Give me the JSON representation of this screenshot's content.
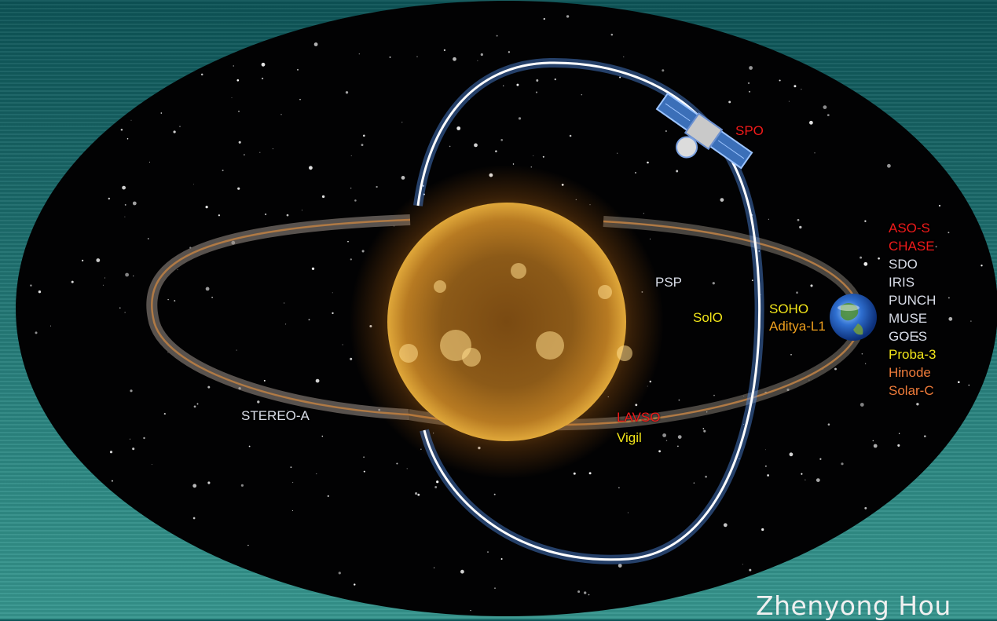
{
  "labels": {
    "spo": "SPO",
    "psp": "PSP",
    "solo": "SolO",
    "soho": "SOHO",
    "aditya": "Aditya-L1",
    "stereo_a": "STEREO-A",
    "lavso": "LAVSO",
    "vigil": "Vigil"
  },
  "earth_missions": [
    {
      "name": "ASO-S",
      "color": "#f01a1a"
    },
    {
      "name": "CHASE",
      "color": "#f01a1a"
    },
    {
      "name": "SDO",
      "color": "#d9dde8"
    },
    {
      "name": "IRIS",
      "color": "#d9dde8"
    },
    {
      "name": "PUNCH",
      "color": "#d9dde8"
    },
    {
      "name": "MUSE",
      "color": "#d9dde8"
    },
    {
      "name": "GOES",
      "color": "#d9dde8"
    },
    {
      "name": "Proba-3",
      "color": "#f2e51a"
    },
    {
      "name": "Hinode",
      "color": "#ee7b3a"
    },
    {
      "name": "Solar-C",
      "color": "#ee7b3a"
    }
  ],
  "author": "Zhenyong Hou",
  "colors": {
    "background": "#1b6b6b",
    "space": "#000000",
    "polar_orbit": "#2b62b8",
    "ecliptic_orbit": "#b07a45",
    "sun": "#c98a22"
  },
  "icons": [
    "sun",
    "earth",
    "satellite-spo"
  ]
}
